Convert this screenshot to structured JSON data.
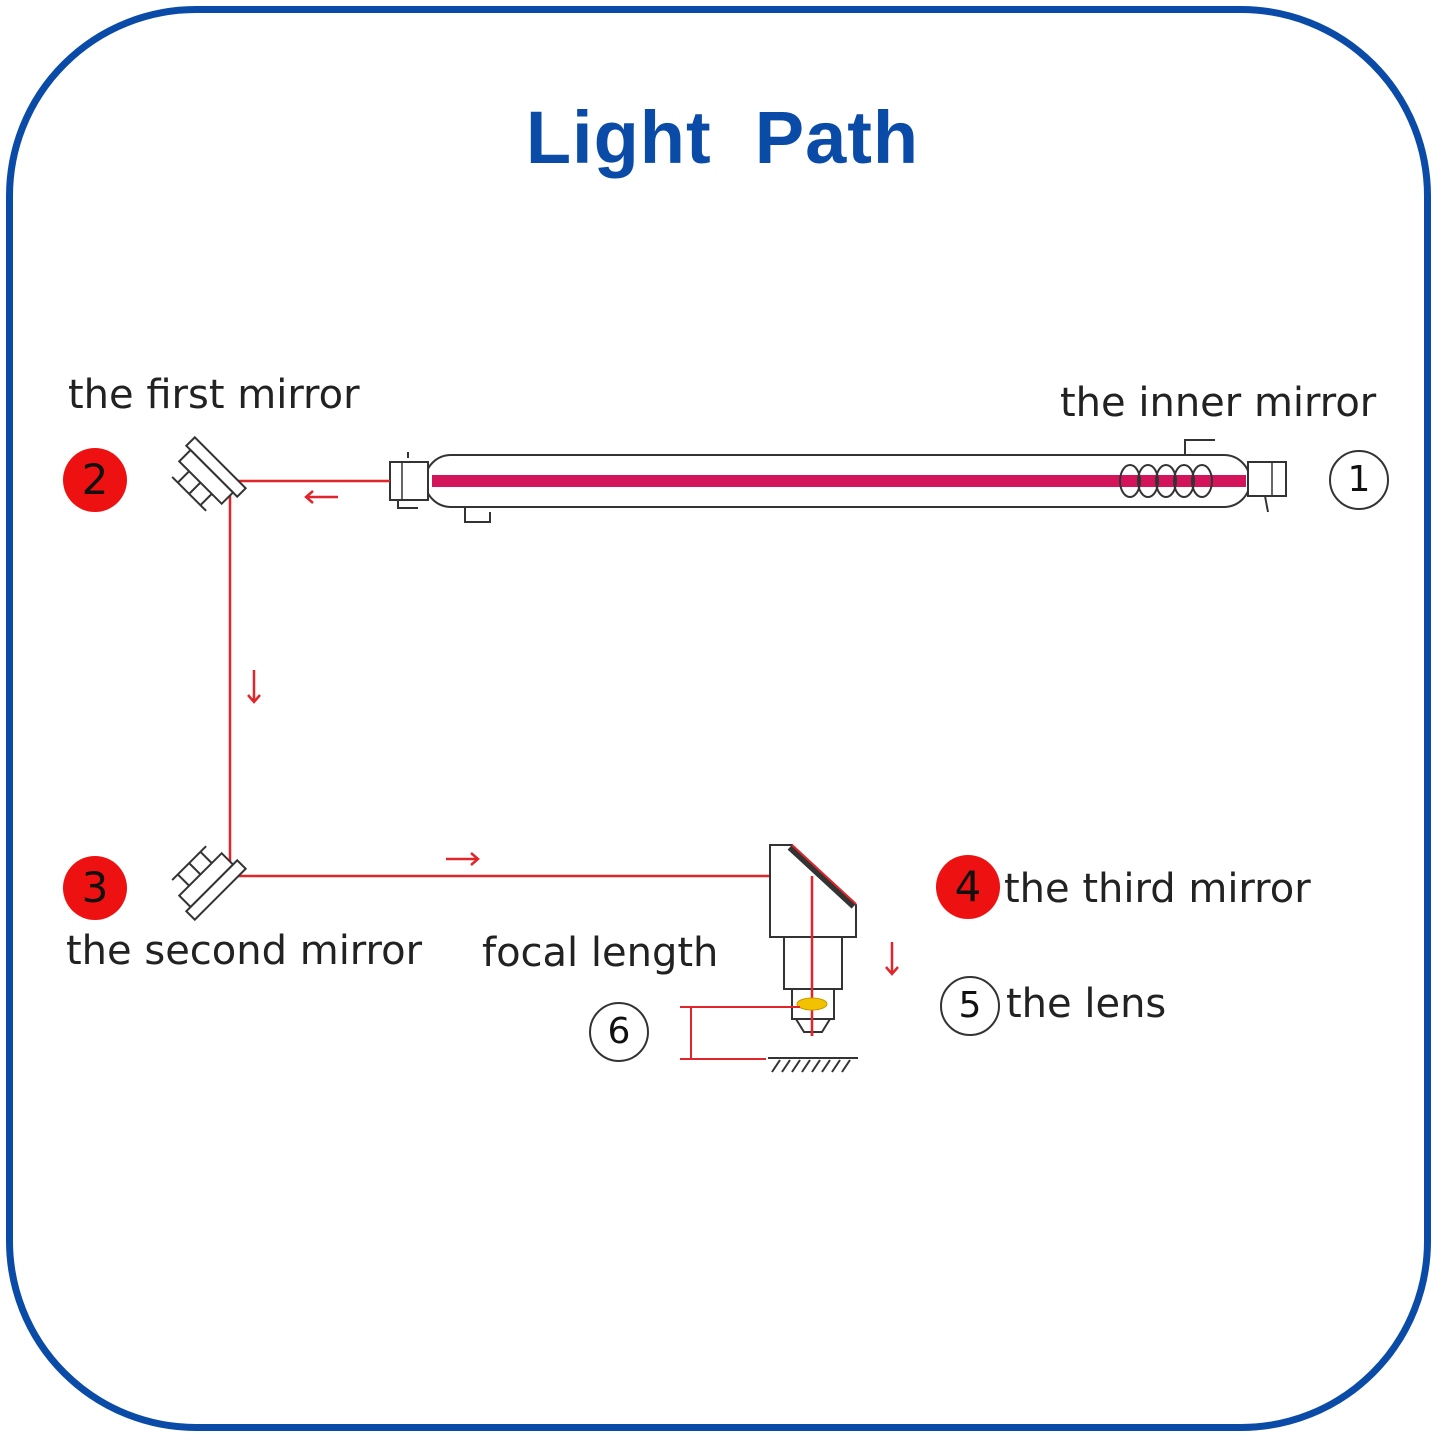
{
  "title": "Light  Path",
  "labels": {
    "first_mirror": "the first mirror",
    "inner_mirror": "the inner mirror",
    "second_mirror": "the second mirror",
    "focal_length": "focal length",
    "third_mirror": "the third mirror",
    "lens": "the lens"
  },
  "markers": {
    "m1": "1",
    "m2": "2",
    "m3": "3",
    "m4": "4",
    "m5": "5",
    "m6": "6"
  },
  "colors": {
    "frame": "#0b4ba8",
    "beam": "#e0262b",
    "tube_beam": "#d4145a",
    "marker_fill": "#ee1111",
    "lens": "#f2c200"
  }
}
